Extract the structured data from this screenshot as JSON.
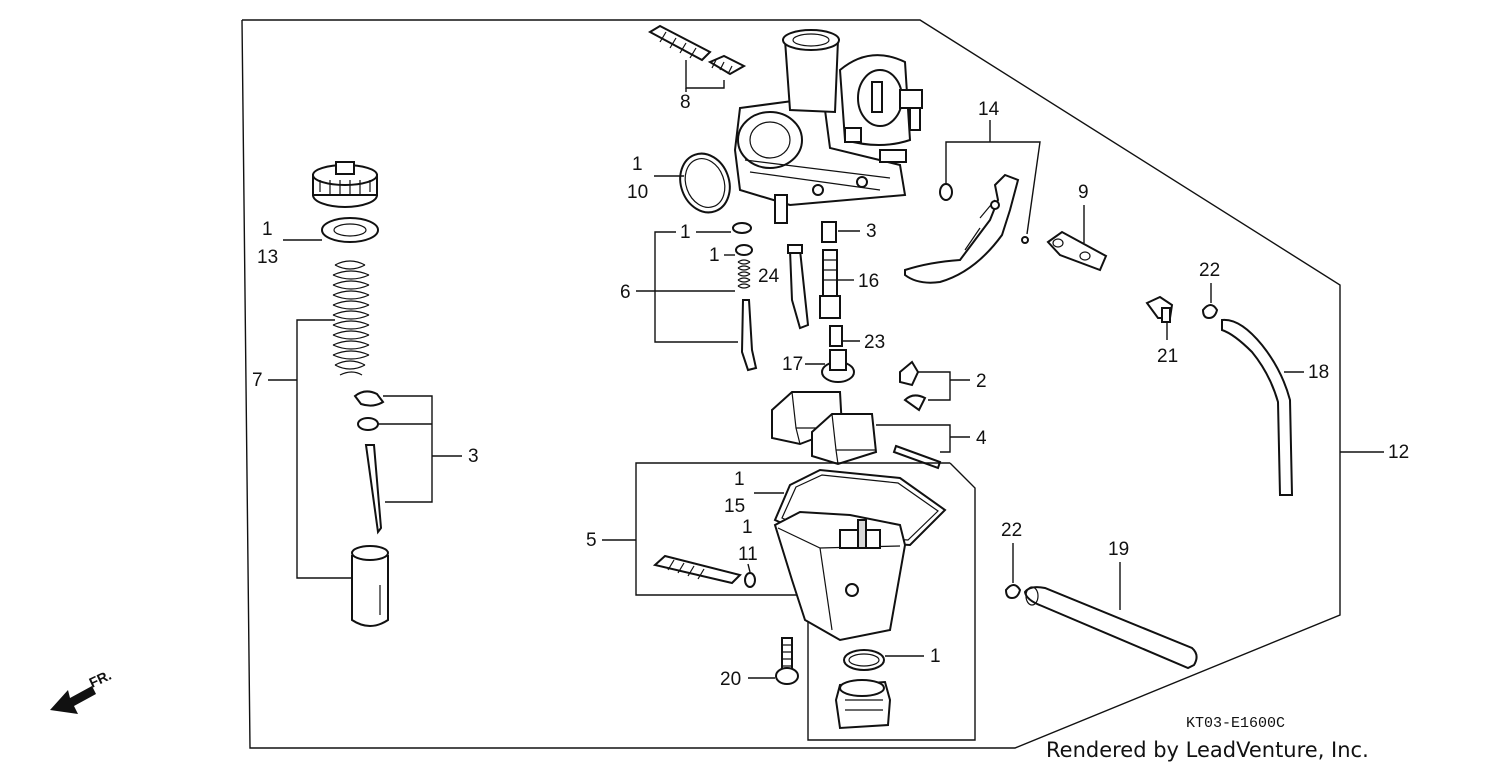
{
  "diagram_code": "KT03-E1600C",
  "credit": "Rendered by LeadVenture, Inc.",
  "front_marker": "FR.",
  "labels": {
    "l1_13": "1",
    "l13": "13",
    "l7": "7",
    "l3_left": "3",
    "l8": "8",
    "l1_10": "1",
    "l10": "10",
    "l1_a": "1",
    "l1_b": "1",
    "l6": "6",
    "l24": "24",
    "l3_right": "3",
    "l16": "16",
    "l23": "23",
    "l17": "17",
    "l2": "2",
    "l4": "4",
    "l14": "14",
    "l9": "9",
    "l22_a": "22",
    "l21": "21",
    "l18": "18",
    "l12": "12",
    "l1_15": "1",
    "l15": "15",
    "l5": "5",
    "l1_11": "1",
    "l11": "11",
    "l1_c": "1",
    "l20": "20",
    "l22_b": "22",
    "l19": "19"
  }
}
